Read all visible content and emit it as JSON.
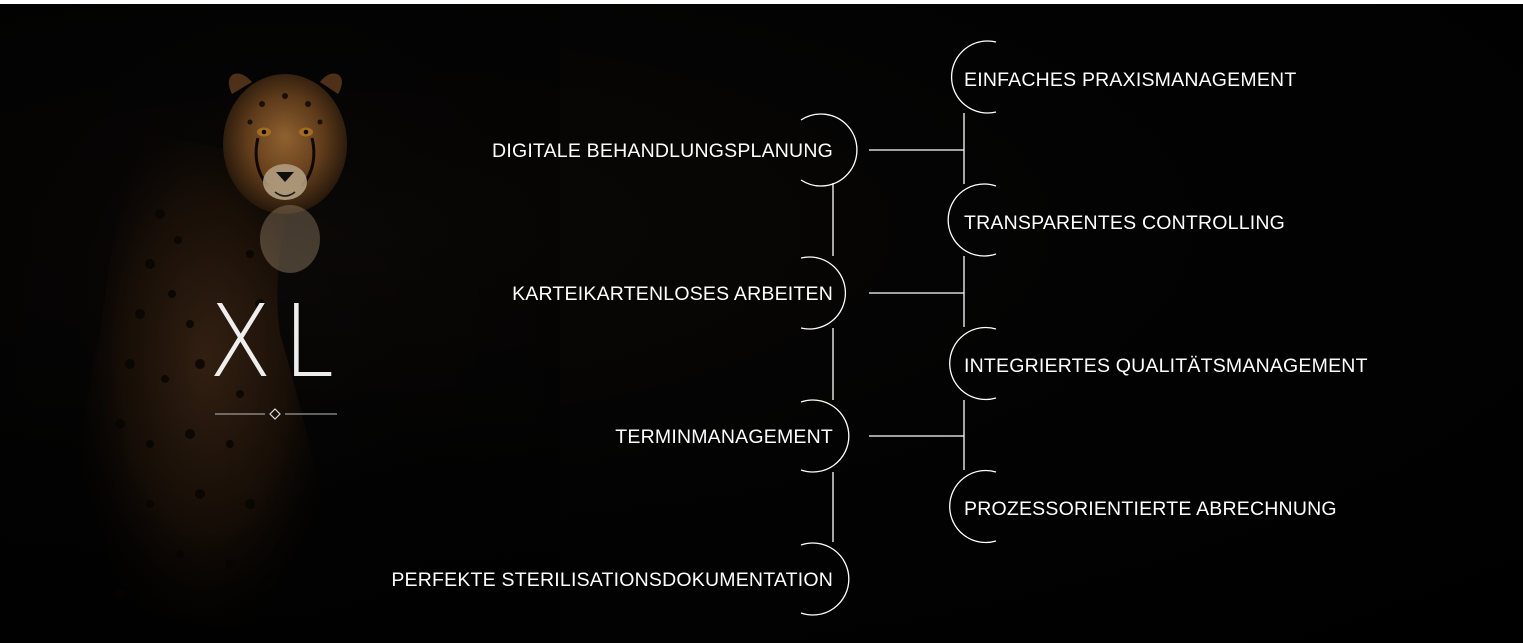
{
  "logo": {
    "text": "XL"
  },
  "left_items": [
    {
      "label": "DIGITALE BEHANDLUNGSPLANUNG"
    },
    {
      "label": "KARTEIKARTENLOSES ARBEITEN"
    },
    {
      "label": "TERMINMANAGEMENT"
    },
    {
      "label": "PERFEKTE STERILISATIONSDOKUMENTATION"
    }
  ],
  "right_items": [
    {
      "label": "EINFACHES PRAXISMANAGEMENT"
    },
    {
      "label": "TRANSPARENTES CONTROLLING"
    },
    {
      "label": "INTEGRIERTES QUALITÄTSMANAGEMENT"
    },
    {
      "label": "PROZESSORIENTIERTE ABRECHNUNG"
    }
  ],
  "colors": {
    "background": "#000000",
    "line": "#ffffff",
    "text": "#ffffff"
  },
  "icons": {
    "animal": "cheetah-illustration",
    "ornament": "diamond-divider-icon"
  }
}
